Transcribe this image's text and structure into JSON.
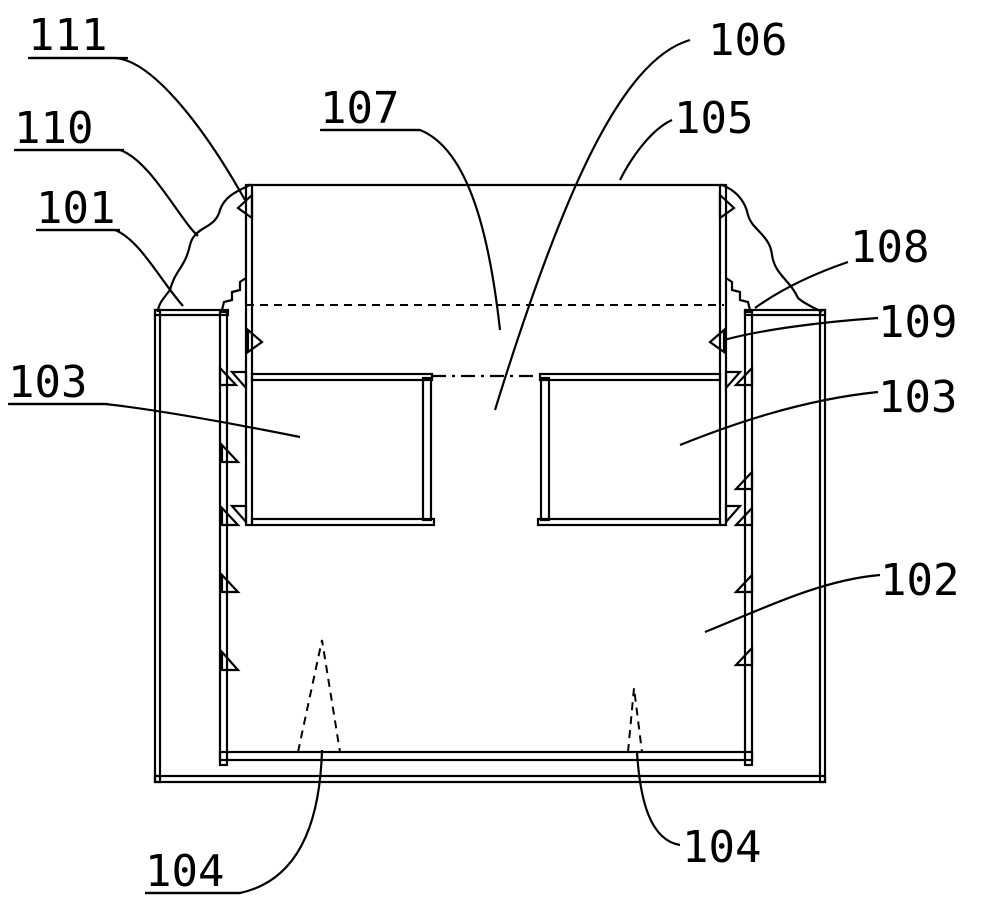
{
  "figure": {
    "labels": {
      "l111": "111",
      "l110": "110",
      "l101": "101",
      "l103_left": "103",
      "l107": "107",
      "l106": "106",
      "l105": "105",
      "l108": "108",
      "l109": "109",
      "l103_right": "103",
      "l102": "102",
      "l104_left": "104",
      "l104_right": "104"
    },
    "colors": {
      "line": "#000000",
      "background": "#ffffff"
    }
  }
}
